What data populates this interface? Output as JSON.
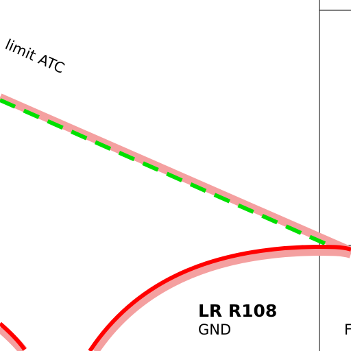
{
  "map": {
    "colors": {
      "background": "#ffffff",
      "boundary_halo": "#f4a0a0",
      "boundary_red": "#ff0000",
      "boundary_green_dashed": "#00e000",
      "grid_line": "#000000"
    },
    "labels": {
      "atc_limit": "limit ATC",
      "area_name": "LR R108",
      "area_lower_limit": "GND",
      "edge_fragment": "F"
    }
  }
}
